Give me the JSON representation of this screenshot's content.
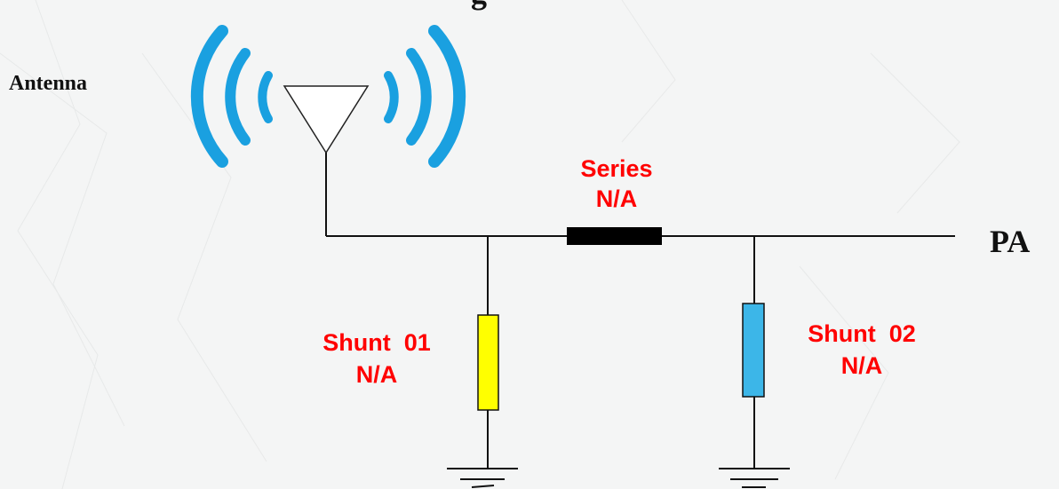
{
  "title_fragment": "g",
  "antenna": {
    "label": "Antenna",
    "icon": "antenna-icon",
    "wave_color": "#1aa0e0"
  },
  "port": {
    "label": "PA"
  },
  "components": {
    "series": {
      "name": "Series",
      "value": "N/A",
      "color": "#000000"
    },
    "shunt1": {
      "name": "Shunt  01",
      "value": "N/A",
      "color": "#ffff00"
    },
    "shunt2": {
      "name": "Shunt  02",
      "value": "N/A",
      "color": "#3cb6e8"
    }
  },
  "label_color": "#ff0000"
}
